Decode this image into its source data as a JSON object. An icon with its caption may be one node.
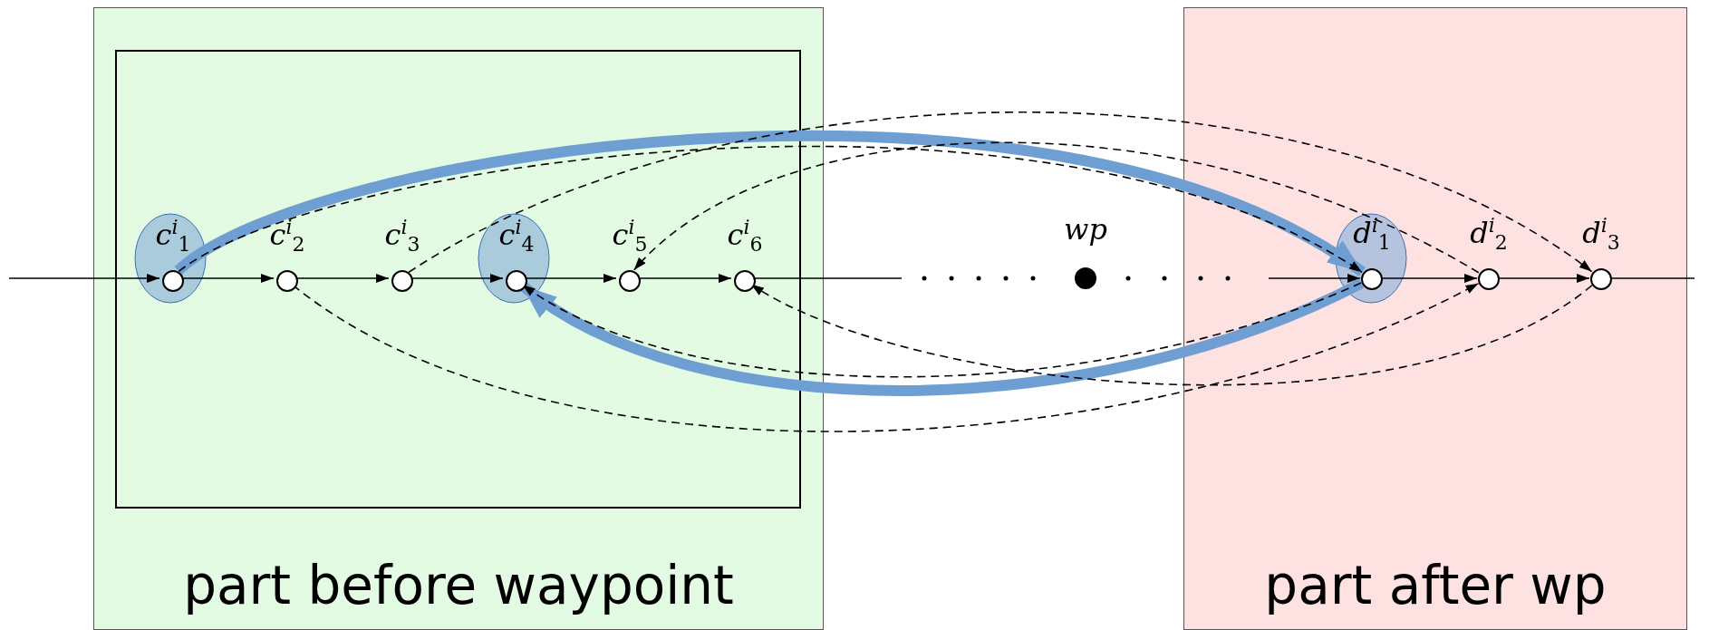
{
  "diagram": {
    "nodes": [
      {
        "text": [
          "part before waypoint"
        ]
      },
      {
        "text": [],
        "shape": "box",
        "in": 0
      },
      {
        "text": [],
        "shape": "circle",
        "beside": [
          "c$^{i}$$_{1}$"
        ],
        "in": 1
      },
      {
        "text": [],
        "shape": "circle",
        "beside": [
          "c$^{i}$$_{2}$"
        ],
        "in": 1
      },
      {
        "text": [],
        "shape": "circle",
        "beside": [
          "c$^{i}$$_{3}$"
        ],
        "in": 1
      },
      {
        "text": [],
        "shape": "circle",
        "beside": [
          "c$^{i}$$_{4}$"
        ],
        "in": 1
      },
      {
        "text": [],
        "shape": "circle",
        "beside": [
          "c$^{i}$$_{5}$"
        ],
        "in": 1
      },
      {
        "text": [],
        "shape": "circle",
        "beside": [
          "c$^{i}$$_{6}$"
        ],
        "in": 1
      },
      {
        "text": [],
        "shape": "circle",
        "beside": [
          "wp"
        ]
      },
      {
        "text": [
          "part after wp"
        ]
      },
      {
        "text": [],
        "shape": "circle",
        "beside": [
          "d$^{i}$$_{1}$"
        ],
        "in": 9
      },
      {
        "text": [],
        "shape": "circle",
        "beside": [
          "d$^{i}$$_{2}$"
        ],
        "in": 9
      },
      {
        "text": [],
        "shape": "circle",
        "beside": [
          "d$^{i}$$_{3}$"
        ],
        "in": 9
      }
    ],
    "edges": [
      {
        "from": null,
        "to": 2,
        "arrow": "to"
      },
      {
        "from": 2,
        "to": 3,
        "arrow": "to"
      },
      {
        "from": 3,
        "to": 4,
        "arrow": "to"
      },
      {
        "from": 4,
        "to": 5,
        "arrow": "to"
      },
      {
        "from": 5,
        "to": 6,
        "arrow": "to"
      },
      {
        "from": 6,
        "to": 7,
        "arrow": "to"
      },
      {
        "from": 7,
        "to": null,
        "arrow": "none"
      },
      {
        "from": null,
        "to": 10,
        "arrow": "to"
      },
      {
        "from": 10,
        "to": 11,
        "arrow": "to"
      },
      {
        "from": 11,
        "to": 12,
        "arrow": "to"
      },
      {
        "from": 12,
        "to": null,
        "arrow": "none"
      },
      {
        "from": 2,
        "to": 10,
        "arrow": "to",
        "style": "thick",
        "color": "#6f9fd2"
      },
      {
        "from": 10,
        "to": 5,
        "arrow": "to",
        "style": "thick",
        "color": "#6f9fd2"
      },
      {
        "from": 2,
        "to": 10,
        "arrow": "to",
        "style": "dashed"
      },
      {
        "from": 4,
        "to": 12,
        "arrow": "to",
        "style": "dashed"
      },
      {
        "from": 11,
        "to": 6,
        "arrow": "to",
        "style": "dashed"
      },
      {
        "from": 10,
        "to": 5,
        "arrow": "to",
        "style": "dashed"
      },
      {
        "from": 3,
        "to": 11,
        "arrow": "to",
        "style": "dashed"
      },
      {
        "from": 12,
        "to": 7,
        "arrow": "to",
        "style": "dashed"
      }
    ]
  }
}
